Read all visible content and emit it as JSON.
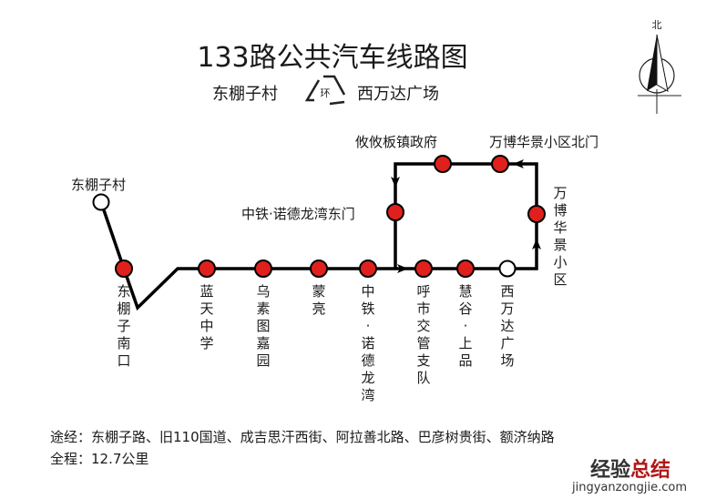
{
  "title": "133路公共汽车线路图",
  "subtitle": {
    "from": "东棚子村",
    "loop_badge": "环",
    "to": "西万达广场"
  },
  "compass_label": "北",
  "colors": {
    "stop_fill": "#e0201c",
    "line": "#000000",
    "terminal_fill": "#ffffff"
  },
  "stops": {
    "dongpengzicun": "东棚子村",
    "dongpengzi_nankou": "东棚子南口",
    "lantian_zhongxue": "蓝天中学",
    "wusutu_jiayuan": "乌素图嘉园",
    "mengliang": "蒙亮",
    "zhongtie_nuodelongwan": "中铁·诺德龙湾",
    "hushi_jiaoguan_zhidui": "呼市交管支队",
    "huigu_shangpin": "慧谷·上品",
    "xiwanda_guangchang": "西万达广场",
    "wanbo_huajing": "万博华景小区",
    "wanbo_huajing_beimen": "万博华景小区北门",
    "youyouban_zhengfu": "攸攸板镇政府",
    "zhongtie_dongmen": "中铁·诺德龙湾东门"
  },
  "footer": {
    "via": "途经：东棚子路、旧110国道、成吉思汗西街、阿拉善北路、巴彦树贵街、额济纳路",
    "distance": "全程：12.7公里"
  },
  "watermark": {
    "main": "经验",
    "accent": "总结",
    "url": "jingyanzongjie.com"
  }
}
